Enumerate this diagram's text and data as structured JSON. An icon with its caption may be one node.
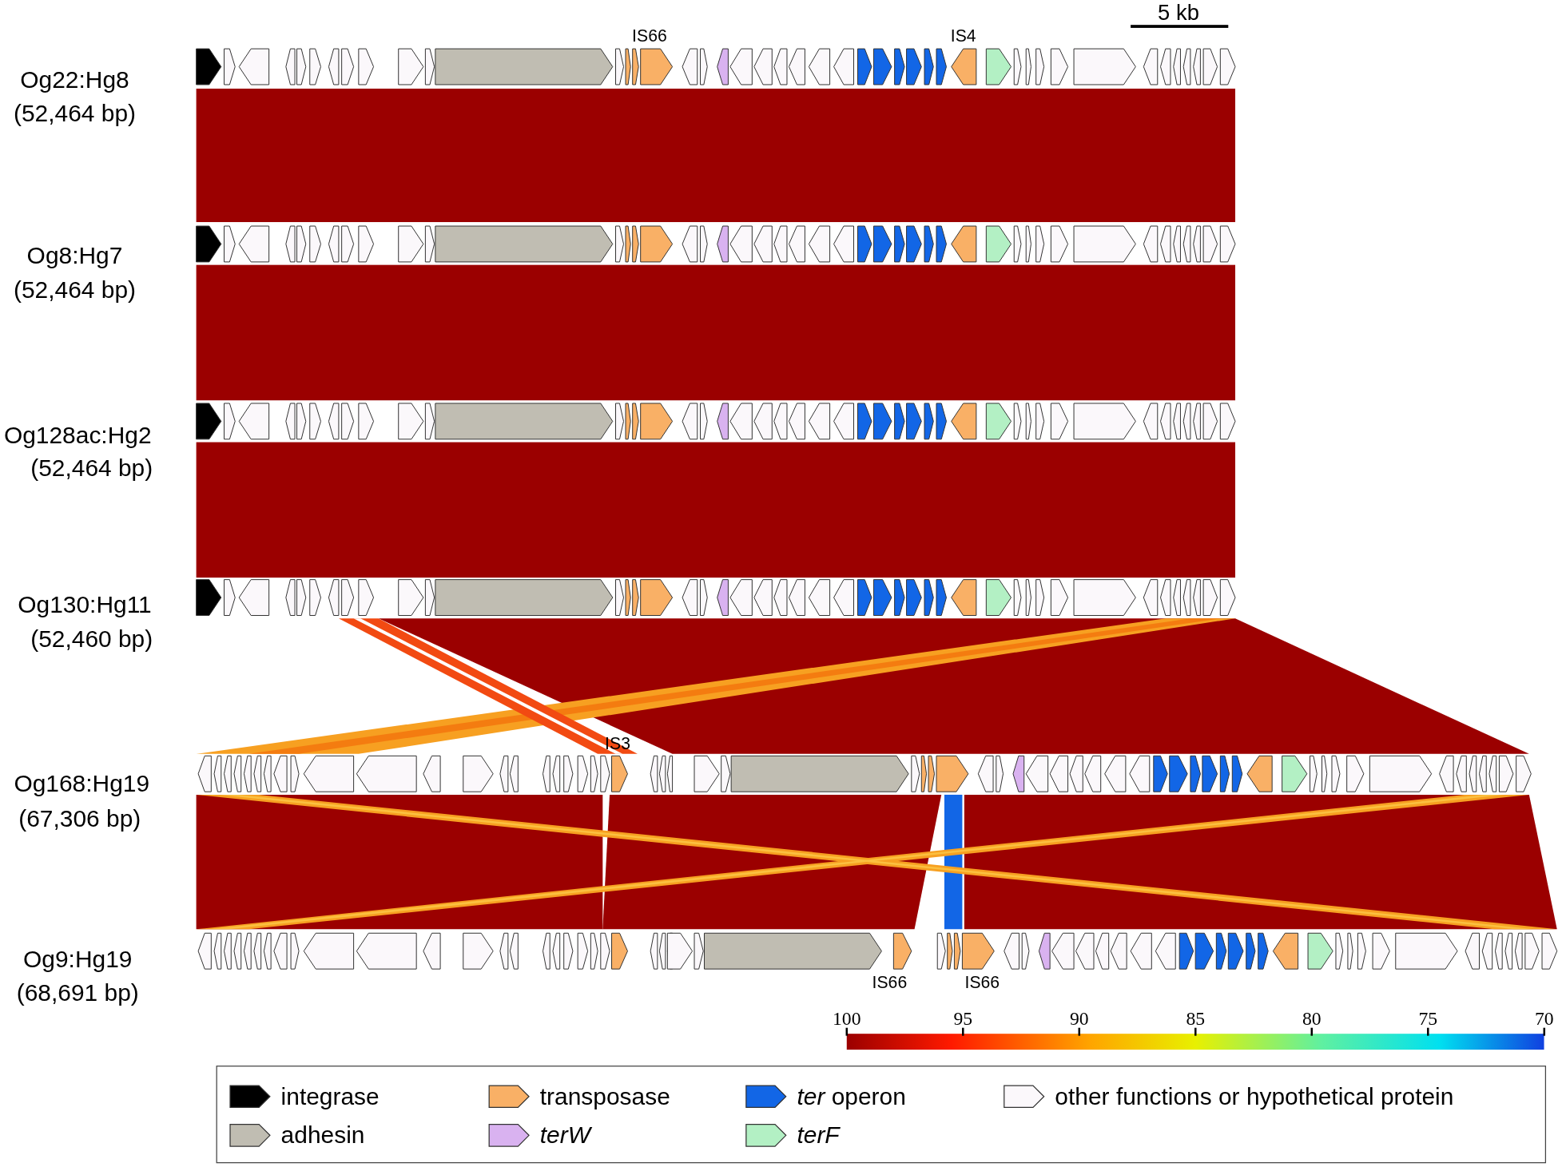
{
  "diagram": {
    "labels": [
      "5 kb",
      "IS66",
      "IS4",
      "Og22:Hg8",
      "(52,464 bp)",
      "Og8:Hg7",
      "(52,464 bp)",
      "Og128ac:Hg2",
      "(52,464 bp)",
      "Og130:Hg11",
      "(52,460 bp)",
      "IS3",
      "Og168:Hg19",
      "(67,306 bp)",
      "Og9:Hg19",
      "(68,691 bp)",
      "IS66",
      "IS66",
      "100",
      "95",
      "90",
      "85",
      "80",
      "75",
      "70"
    ],
    "legend": [
      {
        "text": "integrase",
        "color": "#000000"
      },
      {
        "text": "transposase",
        "color": "#f9b066"
      },
      {
        "text": "*ter* operon",
        "color": "#1266e6"
      },
      {
        "text": "other functions or hypothetical protein",
        "color": "#fbf8fb"
      },
      {
        "text": "adhesin",
        "color": "#c0bdb2"
      },
      {
        "text": "terW",
        "color": "#d9b2f0"
      },
      {
        "text": "terF",
        "color": "#b3f0c4"
      }
    ]
  }
}
